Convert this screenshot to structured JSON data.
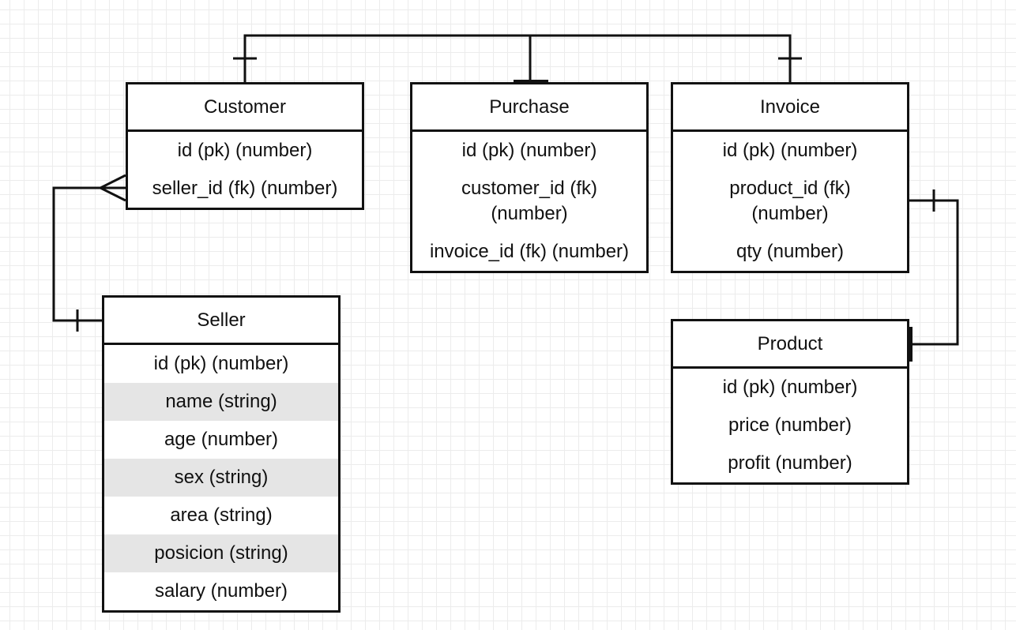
{
  "entities": {
    "customer": {
      "name": "Customer",
      "fields": [
        "id (pk) (number)",
        "seller_id (fk) (number)"
      ]
    },
    "purchase": {
      "name": "Purchase",
      "fields": [
        "id (pk) (number)",
        "customer_id (fk) (number)",
        "invoice_id (fk) (number)"
      ]
    },
    "invoice": {
      "name": "Invoice",
      "fields": [
        "id (pk) (number)",
        "product_id (fk) (number)",
        "qty (number)"
      ]
    },
    "seller": {
      "name": "Seller",
      "fields": [
        "id (pk) (number)",
        "name (string)",
        "age (number)",
        "sex (string)",
        "area (string)",
        "posicion (string)",
        "salary (number)"
      ]
    },
    "product": {
      "name": "Product",
      "fields": [
        "id (pk) (number)",
        "price (number)",
        "profit (number)"
      ]
    }
  },
  "relationships": [
    {
      "from": "customer",
      "to": "purchase",
      "from_end": "one",
      "to_end": "one"
    },
    {
      "from": "invoice",
      "to": "purchase",
      "from_end": "one",
      "to_end": "one"
    },
    {
      "from": "customer",
      "to": "seller",
      "from_end": "many",
      "to_end": "one"
    },
    {
      "from": "invoice",
      "to": "product",
      "from_end": "one",
      "to_end": "one"
    }
  ],
  "colors": {
    "line": "#111111",
    "row_alt": "#e5e5e5",
    "grid": "#ececec"
  }
}
